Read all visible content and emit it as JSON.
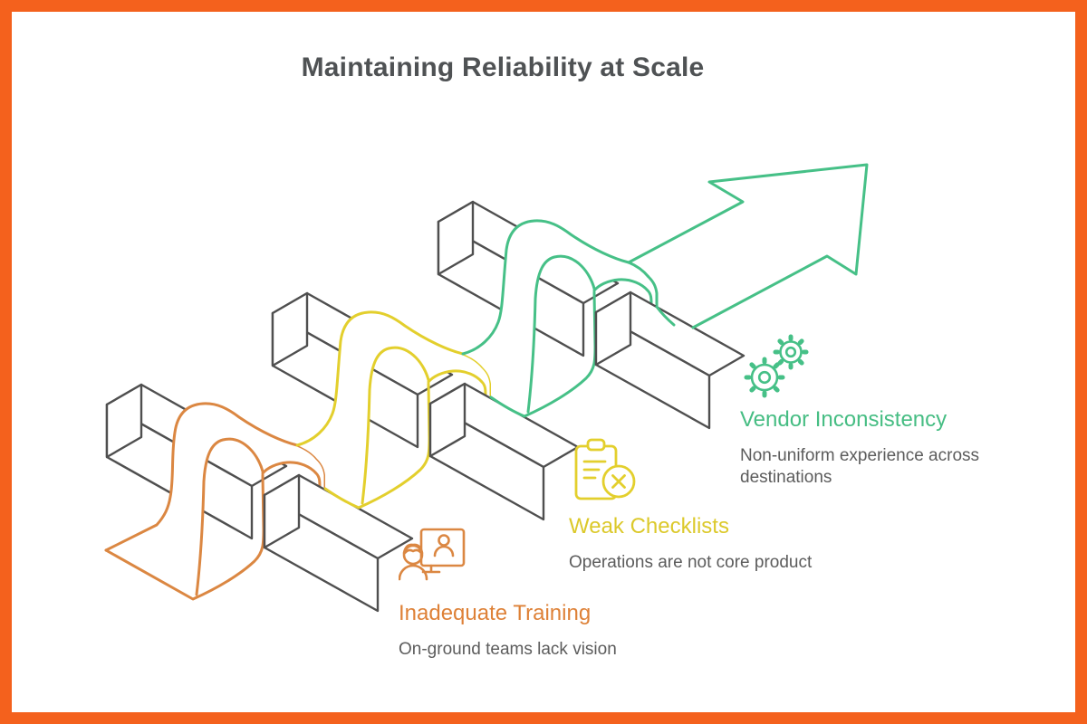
{
  "page": {
    "title": "Maintaining Reliability at Scale",
    "background_color": "#ffffff",
    "border_color": "#F4611D",
    "title_color": "#4F5254"
  },
  "diagram": {
    "type": "isometric-ribbon-over-hurdles",
    "arrow_color": "#46C087",
    "bar_color": "#4F4F4F",
    "description_color": "#5C5C5C"
  },
  "hurdles": [
    {
      "label": "Inadequate Training",
      "description": "On-ground teams lack vision",
      "color": "#DE8137",
      "ribbon_color": "#DB8742",
      "icon": "video-training-icon"
    },
    {
      "label": "Weak Checklists",
      "description": "Operations are not core product",
      "color": "#DCC92B",
      "ribbon_color": "#E3CF2D",
      "icon": "failed-checklist-icon"
    },
    {
      "label": "Vendor Inconsistency",
      "description": "Non-uniform experience across destinations",
      "color": "#46BD83",
      "ribbon_color": "#46C087",
      "icon": "gears-icon"
    }
  ]
}
